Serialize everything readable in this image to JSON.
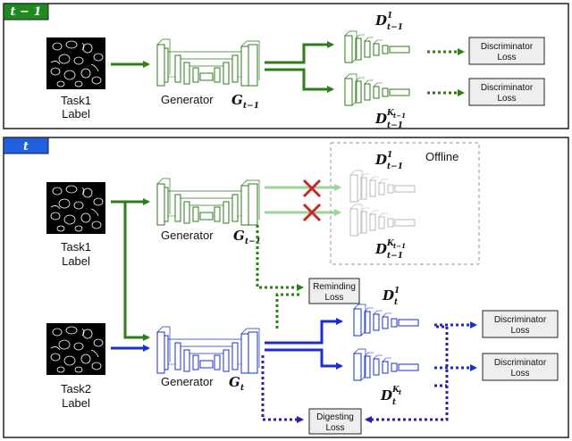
{
  "top_panel": {
    "tag": "t − 1",
    "task_label_line1": "Task1",
    "task_label_line2": "Label",
    "generator_text": "Generator",
    "generator_symbol": "G",
    "generator_sub": "t−1",
    "disc1_symbol": "D",
    "disc1_sup": "1",
    "disc1_sub": "t−1",
    "discK_symbol": "D",
    "discK_sup": "K",
    "discK_sup_sub": "t−1",
    "discK_sub": "t−1",
    "loss1_line1": "Discriminator",
    "loss1_line2": "Loss",
    "loss2_line1": "Discriminator",
    "loss2_line2": "Loss"
  },
  "bottom_panel": {
    "tag": "t",
    "offline_label": "Offline",
    "task1_line1": "Task1",
    "task1_line2": "Label",
    "task2_line1": "Task2",
    "task2_line2": "Label",
    "gen_old_text": "Generator",
    "gen_old_symbol": "G",
    "gen_old_sub": "t−1",
    "gen_new_text": "Generator",
    "gen_new_symbol": "G",
    "gen_new_sub": "t",
    "off_disc1_symbol": "D",
    "off_disc1_sup": "1",
    "off_disc1_sub": "t−1",
    "off_discK_symbol": "D",
    "off_discK_sup": "K",
    "off_discK_sup_sub": "t−1",
    "off_discK_sub": "t−1",
    "new_disc1_symbol": "D",
    "new_disc1_sup": "1",
    "new_disc1_sub": "t",
    "new_discK_symbol": "D",
    "new_discK_sup": "K",
    "new_discK_sup_sub": "t",
    "new_discK_sub": "t",
    "reminding_line1": "Reminding",
    "reminding_line2": "Loss",
    "digesting_line1": "Digesting",
    "digesting_line2": "Loss",
    "loss1_line1": "Discriminator",
    "loss1_line2": "Loss",
    "loss2_line1": "Discriminator",
    "loss2_line2": "Loss"
  },
  "colors": {
    "green": "#2e7d1a",
    "blue": "#1a2fd0",
    "purple": "#3a17b5",
    "tag_green": "#1f8a1f",
    "tag_blue": "#1f5fe0",
    "faded_green": "#9bd39b"
  }
}
